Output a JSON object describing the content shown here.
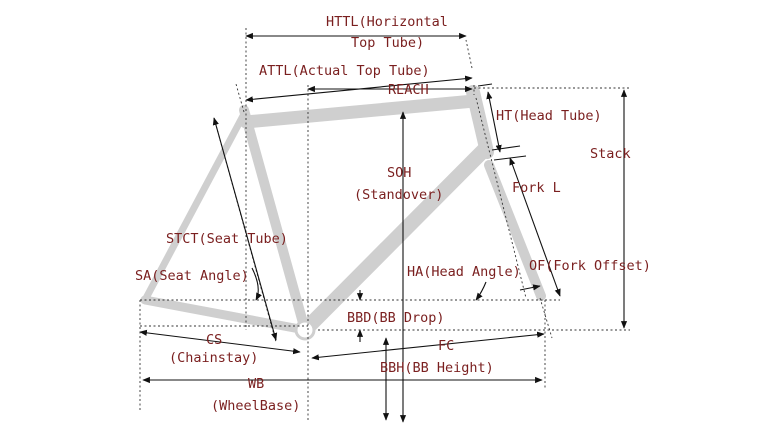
{
  "labels": {
    "httl_line1": "HTTL(Horizontal",
    "httl_line2": "Top Tube)",
    "attl": "ATTL(Actual Top Tube)",
    "reach": "REACH",
    "ht": "HT(Head Tube)",
    "stack": "Stack",
    "soh_line1": "SOH",
    "soh_line2": "(Standover)",
    "fork_l": "Fork L",
    "stct": "STCT(Seat Tube)",
    "sa": "SA(Seat Angle)",
    "ha": "HA(Head Angle)",
    "of": "OF(Fork Offset)",
    "bbd": "BBD(BB Drop)",
    "cs_line1": "CS",
    "cs_line2": "(Chainstay)",
    "fc": "FC",
    "bbh": "BBH(BB Height)",
    "wb_line1": "WB",
    "wb_line2": "(WheelBase)"
  },
  "colors": {
    "label": "#7a1f1f",
    "frame": "#cfcfcf",
    "lines": "#111111"
  }
}
